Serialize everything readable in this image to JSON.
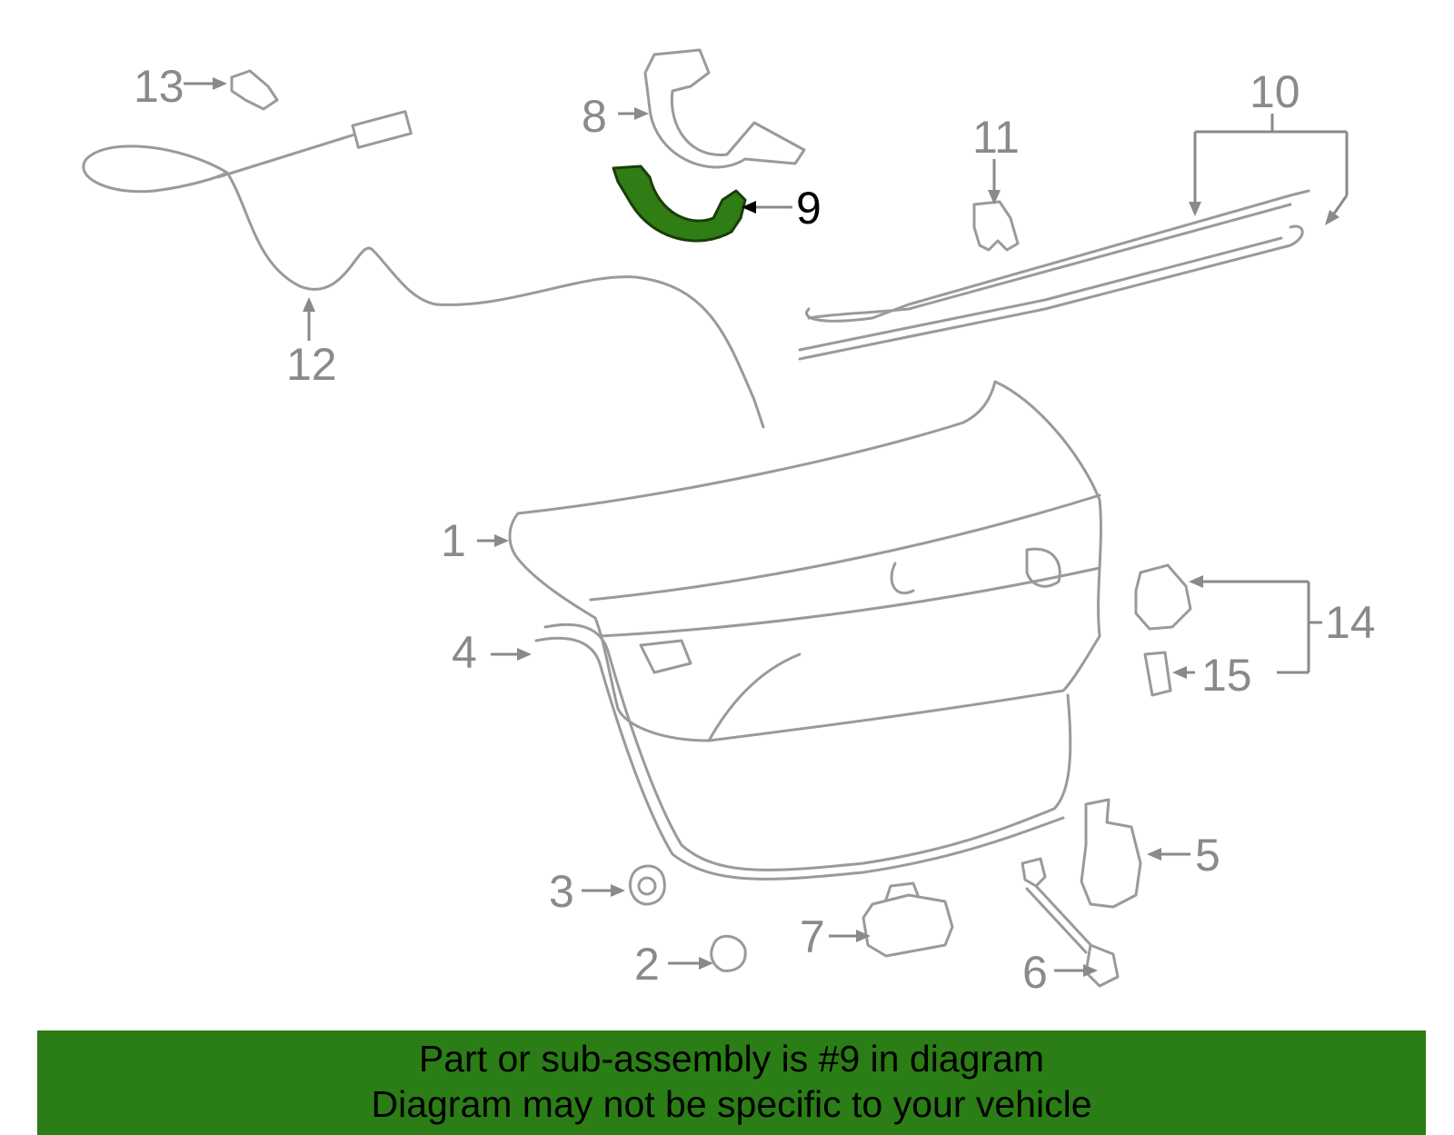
{
  "colors": {
    "highlight": "#2f7d14",
    "highlight_stroke": "#1a3d0a",
    "banner": "#2b7d16",
    "part_stroke": "#9a9a9a",
    "callout_text": "#8a8a8a",
    "highlight_callout_text": "#000000"
  },
  "callouts": {
    "c1": "1",
    "c2": "2",
    "c3": "3",
    "c4": "4",
    "c5": "5",
    "c6": "6",
    "c7": "7",
    "c8": "8",
    "c9": "9",
    "c10": "10",
    "c11": "11",
    "c12": "12",
    "c13": "13",
    "c14": "14",
    "c15": "15"
  },
  "highlighted_part": "9",
  "banner": {
    "line1": "Part or sub-assembly is #9 in diagram",
    "line2": "Diagram may not be specific to your vehicle"
  }
}
